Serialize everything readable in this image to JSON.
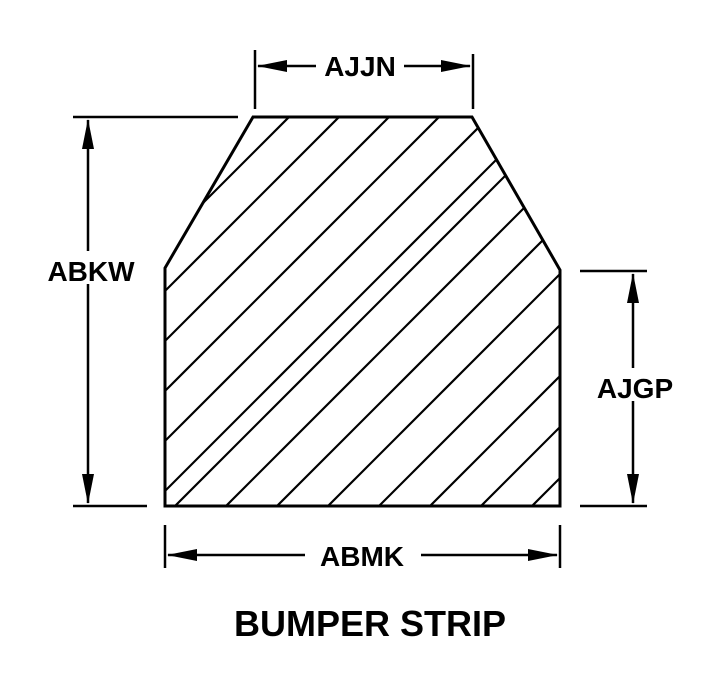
{
  "title": "BUMPER STRIP",
  "dimensions": {
    "top_width": "AJJN",
    "overall_height": "ABKW",
    "side_height": "AJGP",
    "overall_width": "ABMK"
  },
  "colors": {
    "line": "#000000",
    "background": "#ffffff"
  }
}
